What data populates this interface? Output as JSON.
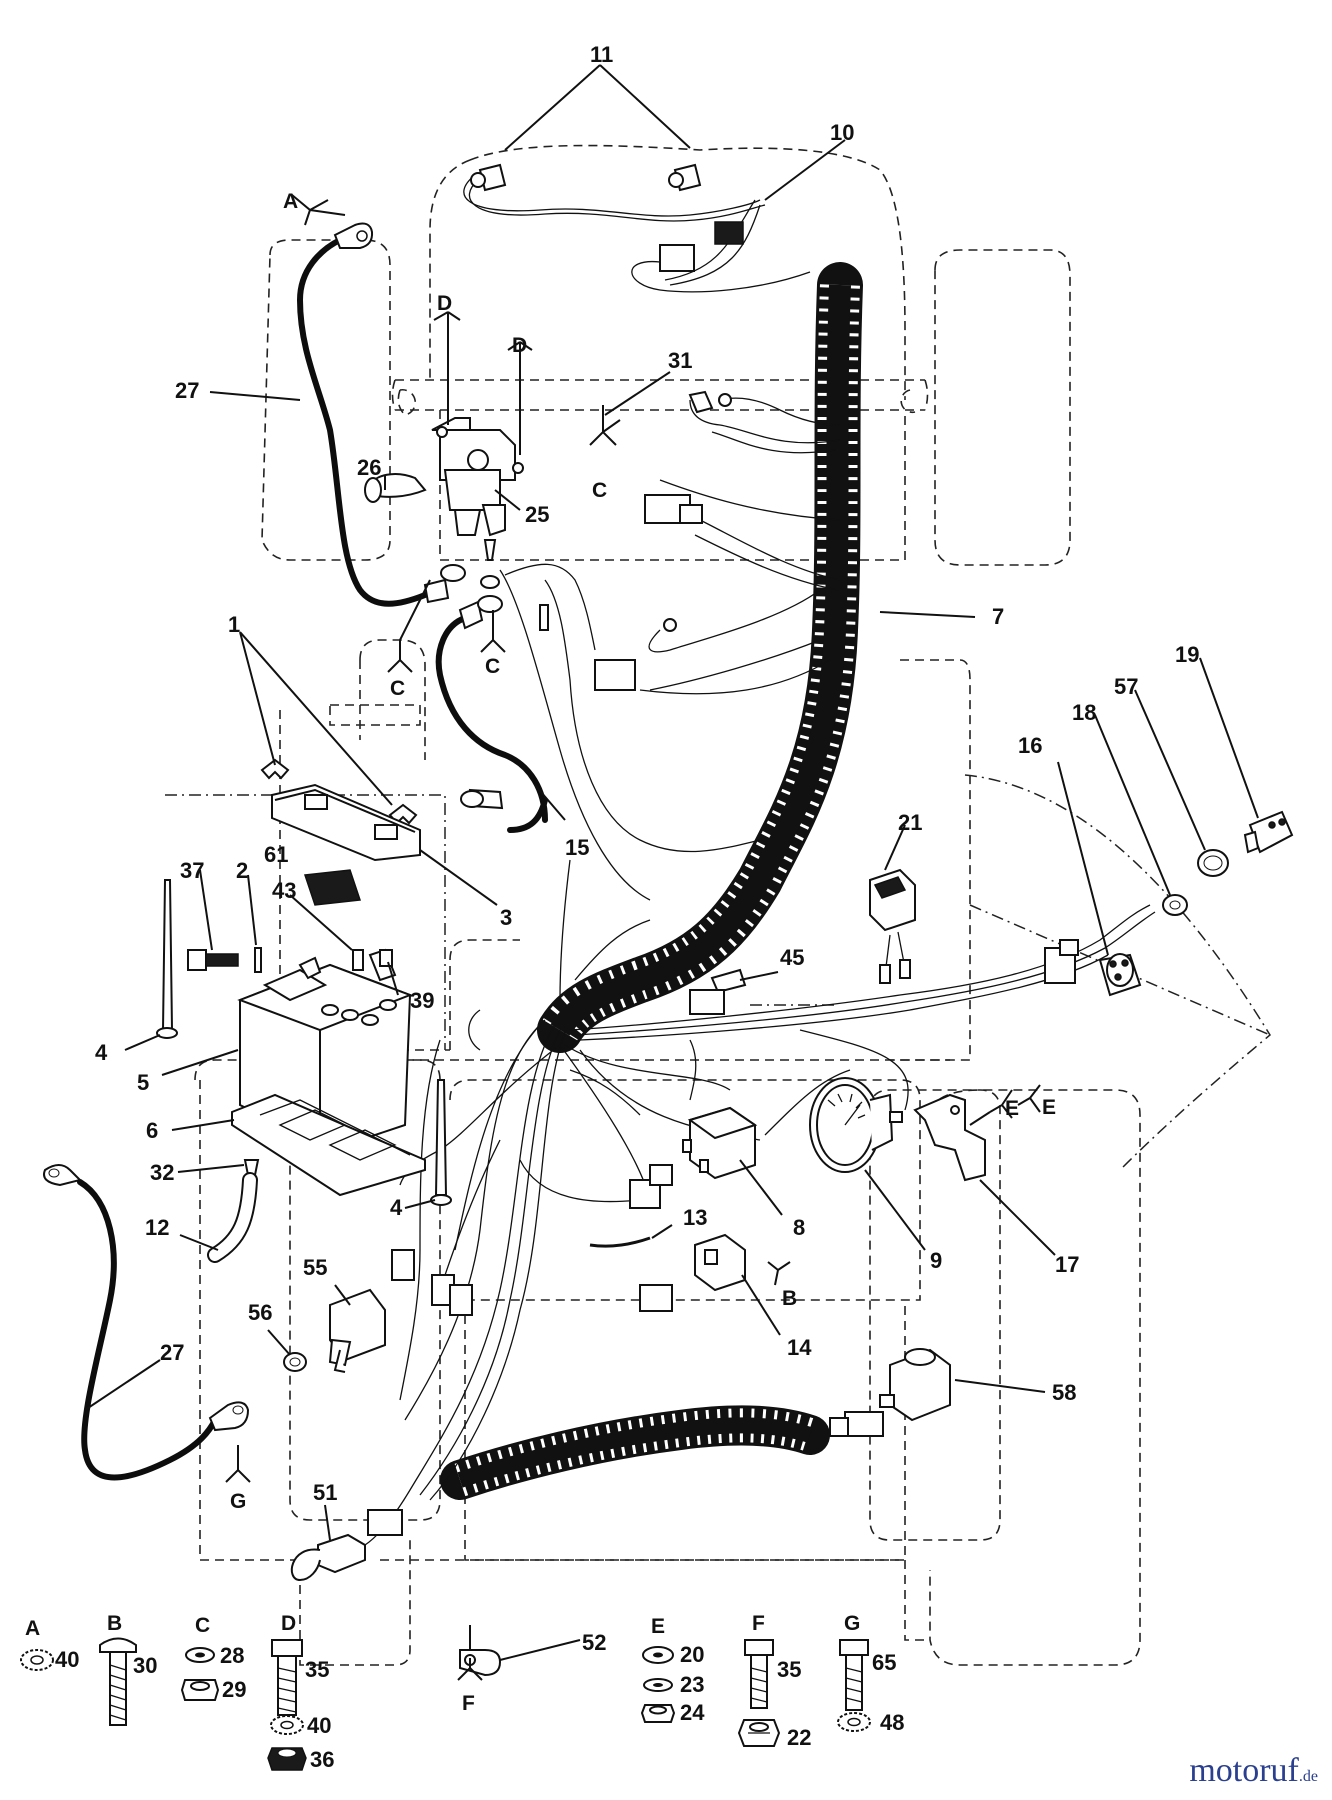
{
  "watermark": {
    "text": "motoruf",
    "suffix": ".de"
  },
  "callouts": [
    "11",
    "10",
    "27",
    "26",
    "25",
    "31",
    "7",
    "1",
    "15",
    "3",
    "21",
    "16",
    "18",
    "57",
    "19",
    "37",
    "2",
    "61",
    "43",
    "39",
    "45",
    "4",
    "5",
    "6",
    "32",
    "12",
    "13",
    "8",
    "9",
    "17",
    "55",
    "56",
    "14",
    "58",
    "51",
    "52"
  ],
  "ref_letters": {
    "a": "A",
    "b": "B",
    "c": "C",
    "d": "D",
    "e": "E",
    "f": "F",
    "g": "G"
  },
  "legend": [
    {
      "letter": "A",
      "parts": [
        "40"
      ]
    },
    {
      "letter": "B",
      "parts": [
        "30"
      ]
    },
    {
      "letter": "C",
      "parts": [
        "28",
        "29"
      ]
    },
    {
      "letter": "D",
      "parts": [
        "35",
        "40",
        "36"
      ]
    },
    {
      "letter": "E",
      "parts": [
        "20",
        "23",
        "24"
      ]
    },
    {
      "letter": "F",
      "parts": [
        "35",
        "22"
      ]
    },
    {
      "letter": "G",
      "parts": [
        "65",
        "48"
      ]
    }
  ]
}
